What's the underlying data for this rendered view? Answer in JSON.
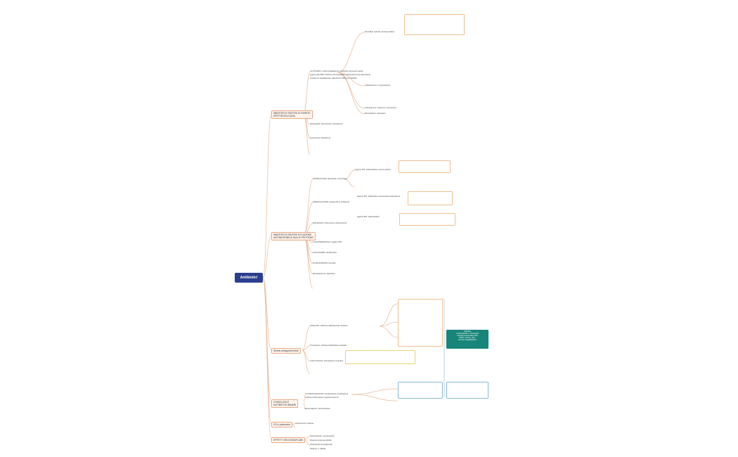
{
  "root": {
    "label": "Antibiotici"
  },
  "level1": {
    "inibitori": "INIBITORI DI SINTESI DI PARETE\n(PEPTIDOGLICANI)",
    "proteica": "INIBITORI DI SINTESI E/O AZIONE\nANTIMICROBICA SULLE PROTEINE",
    "antagonisti": "Sintesi antagonisti folati",
    "chinoloni": "CHINOLONI E\nANTIBIOTICI BINARI",
    "polimixine": "POLI-polimixine",
    "effetti": "EFFETTI SECONDARI ABX"
  },
  "lines": [
    "β-LATTAMICI: anello betalattamico, antibiotico ad ampio spettro",
    "legame alle PBP, inibizione transpeptidasi, battericida tempo-dipendente",
    "resistenza: betalattamasi, alterazione PBP, permeabilità",
    "Penicilline naturali, aminopenicilline",
    "Cefalosporine I-V generazione",
    "Carbapenemi: imipenem, meropenem",
    "Monobattami: aztreonam",
    "Glicopeptidi: vancomicina, teicoplanina",
    "Fosfomicina, bacitracina",
    "TETRACICLINE: doxiciclina, minociclina",
    "legame 30S, batteriostatico, ampio spettro",
    "AMINOGLICOSIDI: gentamicina, amikacina",
    "legame 30S, battericida concentrazione-dipendente",
    "MACROLIDI: azitromicina, claritromicina",
    "legame 50S, batteriostatici",
    "CLORAMFENICOLO: legame 50S",
    "LINCOSAMIDI: clindamicina",
    "OXAZOLIDINONI: linezolid",
    "Streptogramine, tigeciclina",
    "Sulfamidici: inibizione diidropteroato sintetasi",
    "Trimetoprim: inibizione diidrofolato reduttasi",
    "Cotrimossazolo: associazione sinergica",
    "FLUOROCHINOLONI: ciprofloxacina, levofloxacina",
    "inibizione DNA girasi e topoisomerasi IV",
    "Metronidazolo, nitrofurantoina",
    "Polimixina B, colistina",
    "Nefrotossicità, neurotossicità",
    "Reazioni di ipersensibilità",
    "Ototossicità aminoglicosidi",
    "Disbiosi, C. difficile"
  ],
  "teal_note": "SINTESI\n1 Antimetaboliti + Trimetoprim\nSinergia sequenziale folati\nEffetti: nausea, rash,\nanemia megaloblastica",
  "colors": {
    "root": "#2b3f8e",
    "accent": "#e8a882",
    "teal": "#17857a",
    "link": "#e8b89a"
  }
}
